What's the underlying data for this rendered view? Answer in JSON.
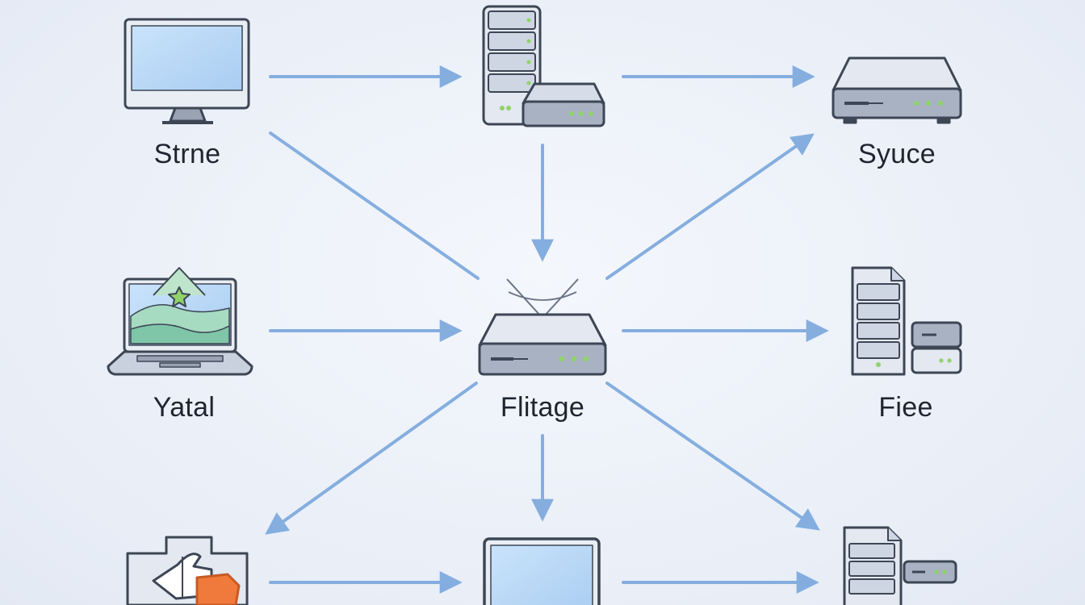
{
  "nodes": {
    "top_left": {
      "label": "Strne",
      "icon": "desktop-monitor-icon"
    },
    "top_center": {
      "label": "",
      "icon": "server-with-switch-icon"
    },
    "top_right": {
      "label": "Syuce",
      "icon": "network-switch-icon"
    },
    "middle_left": {
      "label": "Yatal",
      "icon": "laptop-icon"
    },
    "center": {
      "label": "Flitage",
      "icon": "router-hub-icon"
    },
    "middle_right": {
      "label": "Fiee",
      "icon": "file-server-icon"
    },
    "bottom_left": {
      "label": "",
      "icon": "puzzle-share-icon"
    },
    "bottom_center": {
      "label": "",
      "icon": "monitor-icon"
    },
    "bottom_right": {
      "label": "",
      "icon": "file-server-icon"
    }
  },
  "colors": {
    "arrow": "#7aa7dd",
    "outline": "#3d4655",
    "screen": "#b7d8f6",
    "device_body": "#c9d0de",
    "led": "#8fd36a",
    "accent_orange": "#f07a3c"
  }
}
